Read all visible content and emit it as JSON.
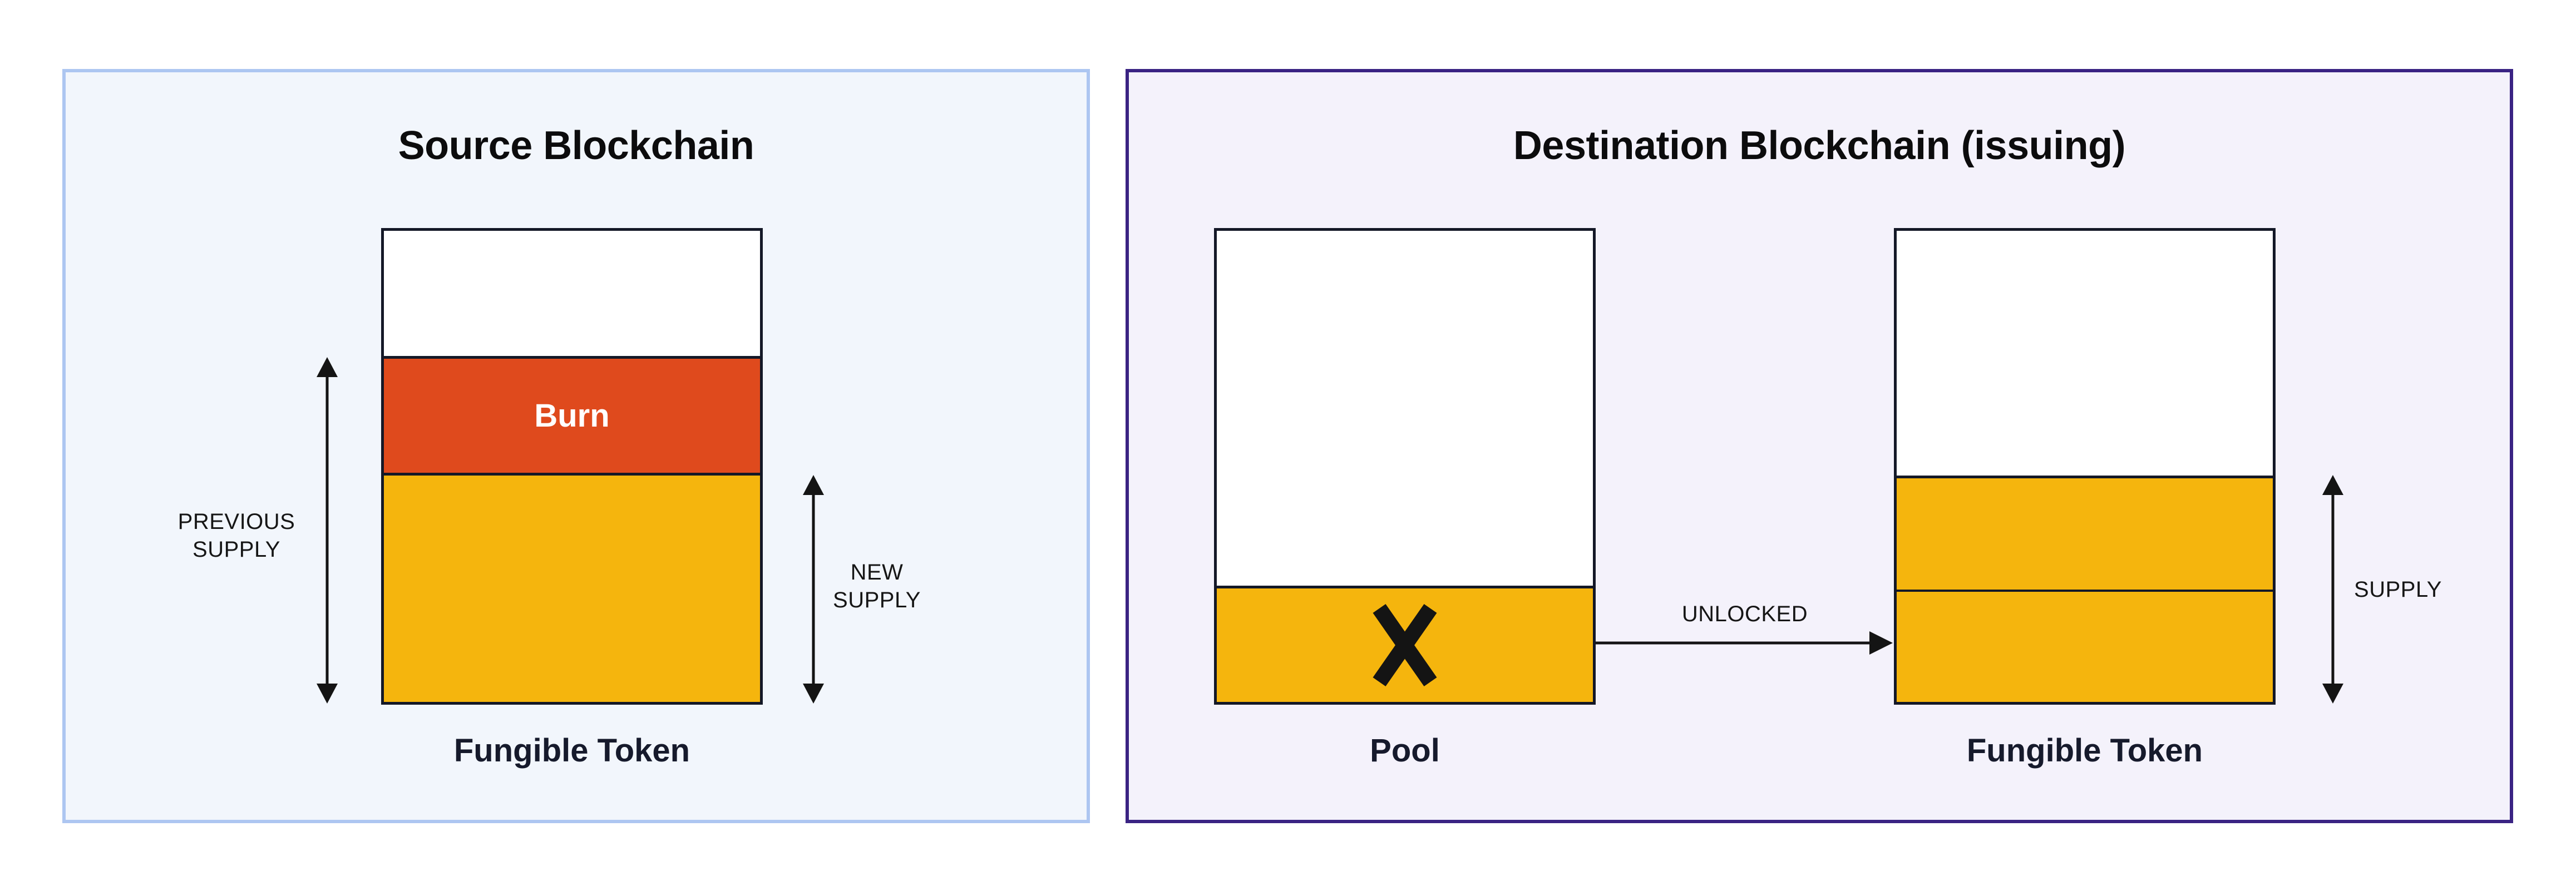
{
  "colors": {
    "page_bg": "#ffffff",
    "source_panel_bg": "#f2f6fc",
    "source_panel_border": "#adc6f1",
    "dest_panel_bg": "#f4f2fb",
    "dest_panel_border": "#3a2383",
    "bar_outline": "#141827",
    "burn_red": "#df4a1d",
    "token_gold": "#f5b50d",
    "caption_navy": "#161a2c",
    "label_black": "#161616",
    "title_black": "#0c0c0d",
    "burn_text": "#ffffff",
    "arrow_black": "#141414"
  },
  "source_panel": {
    "title": "Source Blockchain",
    "burn_segment_label": "Burn",
    "previous_supply_label": "PREVIOUS\nSUPPLY",
    "new_supply_label": "NEW\nSUPPLY",
    "bar_caption": "Fungible Token"
  },
  "destination_panel": {
    "title": "Destination Blockchain (issuing)",
    "pool_caption": "Pool",
    "unlocked_label": "UNLOCKED",
    "supply_label": "SUPPLY",
    "token_caption": "Fungible Token"
  },
  "icons": {
    "pool_cross": "x-cross-icon",
    "previous_supply_arrow": "double-headed-vertical-arrow",
    "new_supply_arrow": "double-headed-vertical-arrow",
    "supply_arrow": "double-headed-vertical-arrow",
    "unlocked_arrow": "right-arrow"
  }
}
